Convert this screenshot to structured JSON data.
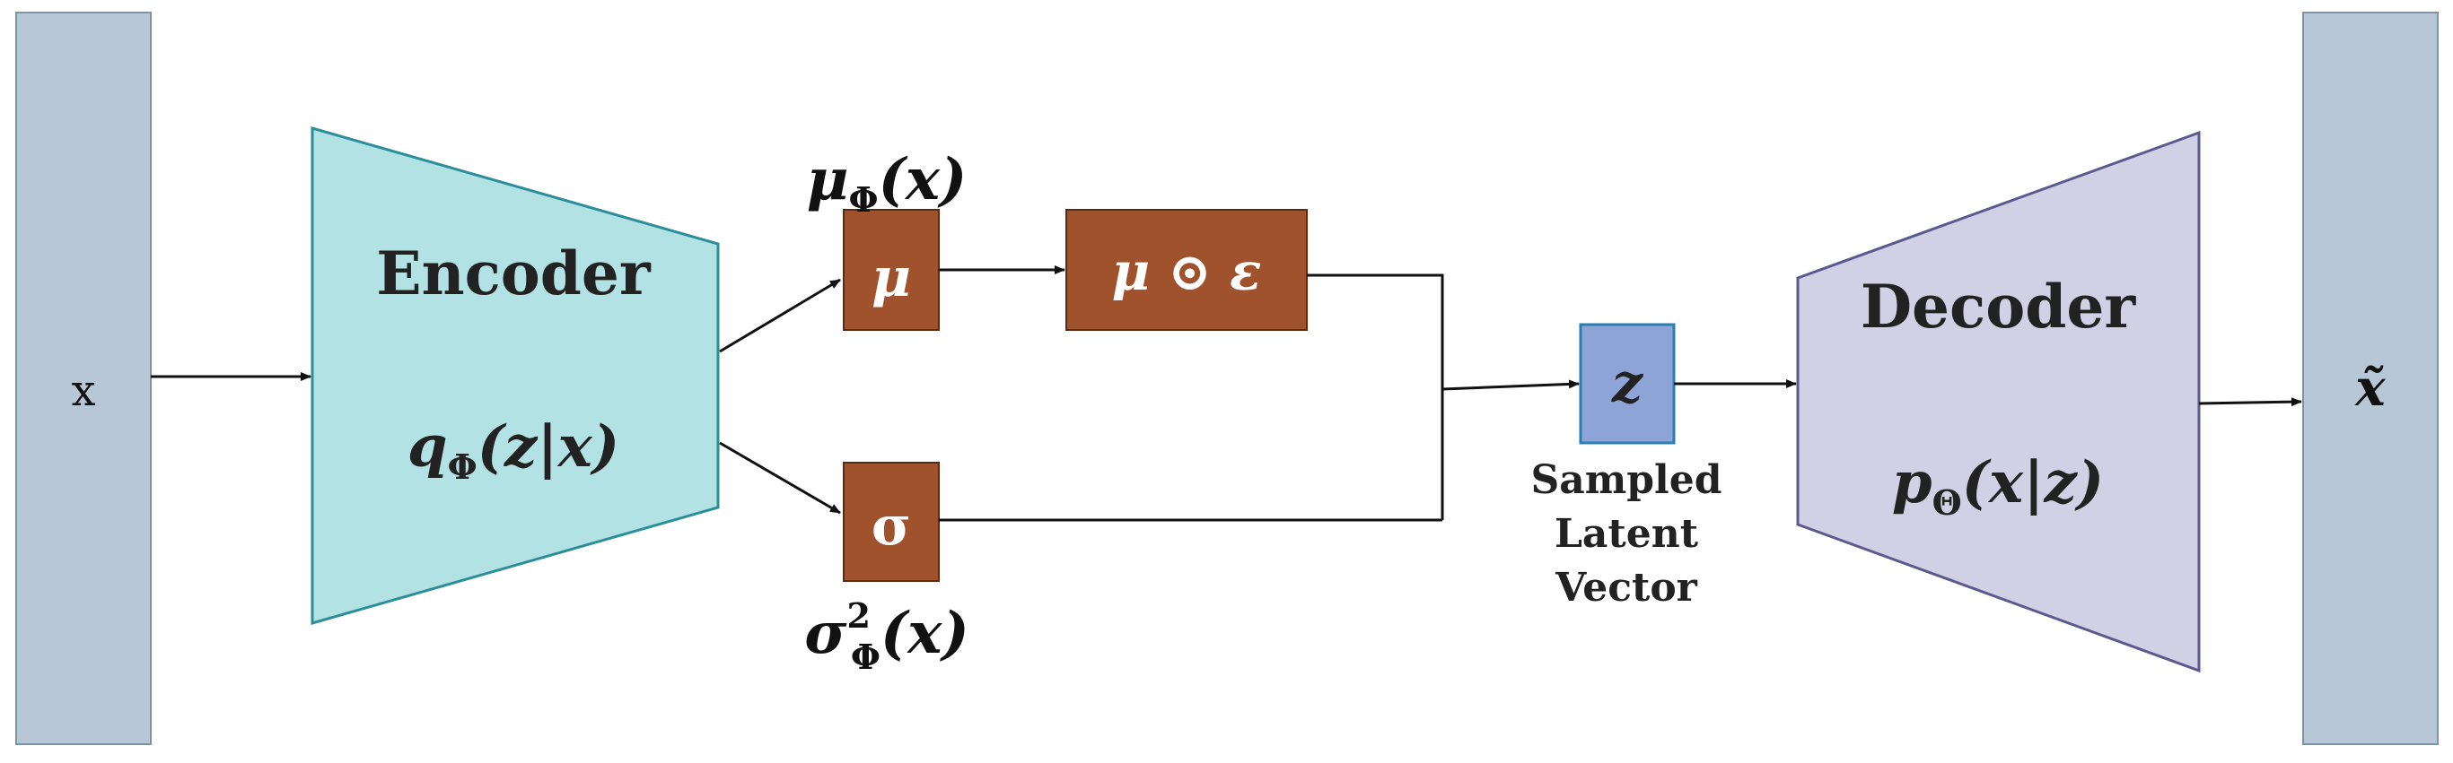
{
  "colors": {
    "io_bar": "#b8c7d6",
    "io_bar_stroke": "#7d93a8",
    "encoder_fill": "#b3e2e4",
    "encoder_stroke": "#2a8f98",
    "decoder_fill": "#d2d0e4",
    "decoder_stroke": "#5a5a8e",
    "param_box": "#a0522d",
    "param_box_stroke": "#5a2a12",
    "latent_fill": "#8ea3d6",
    "latent_stroke": "#2a7fb0",
    "arrow": "#111111"
  },
  "input": {
    "label": "x"
  },
  "output": {
    "label": "x̃"
  },
  "encoder": {
    "title": "Encoder",
    "formula_main": "q",
    "formula_sub": "Φ",
    "formula_args": "(z|x)"
  },
  "mu_box": {
    "symbol": "μ",
    "caption_main": "μ",
    "caption_sub": "Φ",
    "caption_args": "(x)"
  },
  "sigma_box": {
    "symbol": "σ",
    "caption_main": "σ",
    "caption_sup": "2",
    "caption_sub": "Φ",
    "caption_args": "(x)"
  },
  "product_box": {
    "label": "μ ⊙ ε"
  },
  "latent": {
    "symbol": "z",
    "caption_line1": "Sampled",
    "caption_line2": "Latent",
    "caption_line3": "Vector"
  },
  "decoder": {
    "title": "Decoder",
    "formula_main": "p",
    "formula_sub": "Θ",
    "formula_args": "(x|z)"
  }
}
